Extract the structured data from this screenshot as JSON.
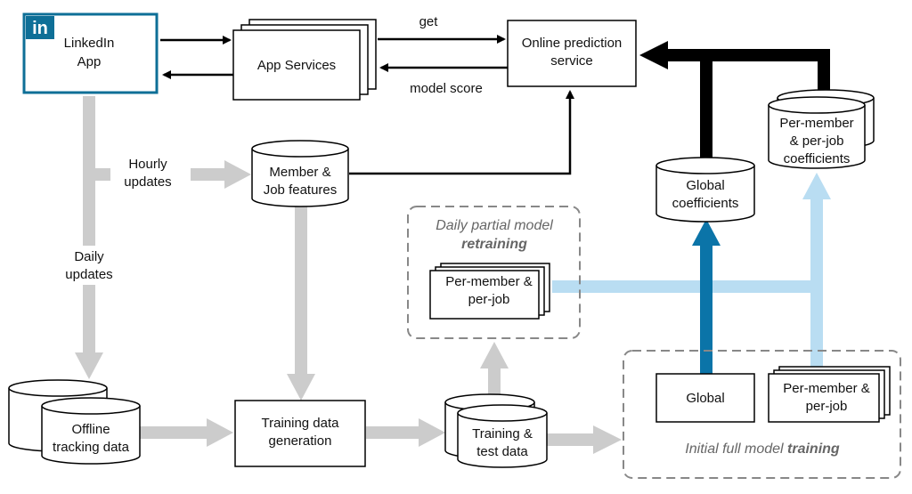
{
  "logo": {
    "text": "in"
  },
  "nodes": {
    "linkedin_app": [
      "LinkedIn",
      "App"
    ],
    "app_services": [
      "App Services"
    ],
    "online_prediction": [
      "Online prediction",
      "service"
    ],
    "member_job_features": [
      "Member &",
      "Job features"
    ],
    "per_member_coeffs": [
      "Per-member",
      "& per-job",
      "coefficients"
    ],
    "global_coeffs": [
      "Global",
      "coefficients"
    ],
    "partial_per_member": [
      "Per-member &",
      "per-job"
    ],
    "offline_tracking": [
      "Offline",
      "tracking data"
    ],
    "training_generation": [
      "Training data",
      "generation"
    ],
    "training_test": [
      "Training &",
      "test data"
    ],
    "global_full": [
      "Global"
    ],
    "full_per_member": [
      "Per-member &",
      "per-job"
    ]
  },
  "edge_labels": {
    "get": "get",
    "model_score": "model score",
    "hourly_updates": [
      "Hourly",
      "updates"
    ],
    "daily_updates": [
      "Daily",
      "updates"
    ]
  },
  "groups": {
    "daily_partial": {
      "line1": "Daily partial model",
      "line2": "retraining"
    },
    "initial_full": {
      "line1": "Initial full model ",
      "line2": "training"
    }
  },
  "colors": {
    "linkedin_blue": "#0e6f97",
    "grey_arrow": "#cccccc",
    "dark_blue_arrow": "#0b74a8",
    "light_blue_arrow": "#b9ddf2",
    "black": "#000000",
    "dashed_group": "#888888"
  }
}
